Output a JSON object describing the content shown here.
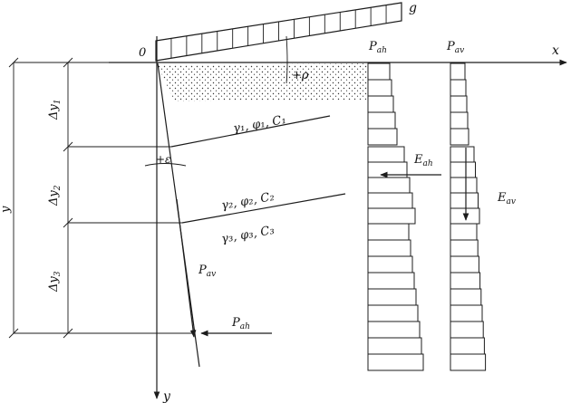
{
  "labels": {
    "origin": "0",
    "x_axis": "x",
    "y_axis": "y",
    "y_depth": "y",
    "surcharge": "g",
    "slope_angle": "+ρ",
    "wall_angle": "+ε",
    "dy1": "Δy",
    "dy1_sub": "1",
    "dy2": "Δy",
    "dy2_sub": "2",
    "dy3": "Δy",
    "dy3_sub": "3",
    "layer1": "γ₁, φ₁, C₁",
    "layer2": "γ₂, φ₂, C₂",
    "layer3": "γ₃, φ₃, C₃",
    "pah_top": "P",
    "pah_top_sub": "ah",
    "pav_top": "P",
    "pav_top_sub": "av",
    "eah": "E",
    "eah_sub": "ah",
    "eav": "E",
    "eav_sub": "av",
    "pav_wall": "P",
    "pav_wall_sub": "av",
    "pah_wall": "P",
    "pah_wall_sub": "ah"
  }
}
